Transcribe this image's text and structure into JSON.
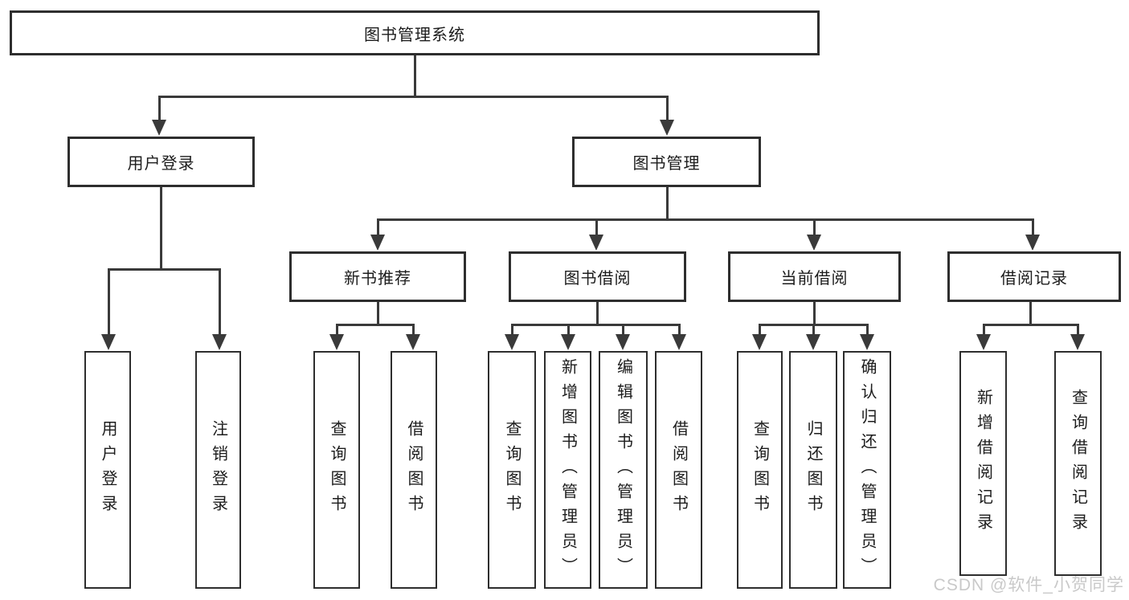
{
  "diagram": {
    "type": "hierarchy-tree",
    "orientation": "top-down",
    "colors": {
      "line": "#3a3a3a",
      "box_border": "#2e2e2e",
      "text": "#1c1c1c",
      "background": "#ffffff",
      "watermark": "#c9c9c9"
    }
  },
  "tree": {
    "root": {
      "label": "图书管理系统",
      "children": [
        {
          "label": "用户登录",
          "children": [
            {
              "label": "用户登录"
            },
            {
              "label": "注销登录"
            }
          ]
        },
        {
          "label": "图书管理",
          "children": [
            {
              "label": "新书推荐",
              "children": [
                {
                  "label": "查询图书"
                },
                {
                  "label": "借阅图书"
                }
              ]
            },
            {
              "label": "图书借阅",
              "children": [
                {
                  "label": "查询图书"
                },
                {
                  "label": "新增图书（管理员）"
                },
                {
                  "label": "编辑图书（管理员）"
                },
                {
                  "label": "借阅图书"
                }
              ]
            },
            {
              "label": "当前借阅",
              "children": [
                {
                  "label": "查询图书"
                },
                {
                  "label": "归还图书"
                },
                {
                  "label": "确认归还（管理员）"
                }
              ]
            },
            {
              "label": "借阅记录",
              "children": [
                {
                  "label": "新增借阅记录"
                },
                {
                  "label": "查询借阅记录"
                }
              ]
            }
          ]
        }
      ]
    }
  },
  "watermark": {
    "text": "CSDN @软件_小贺同学"
  }
}
